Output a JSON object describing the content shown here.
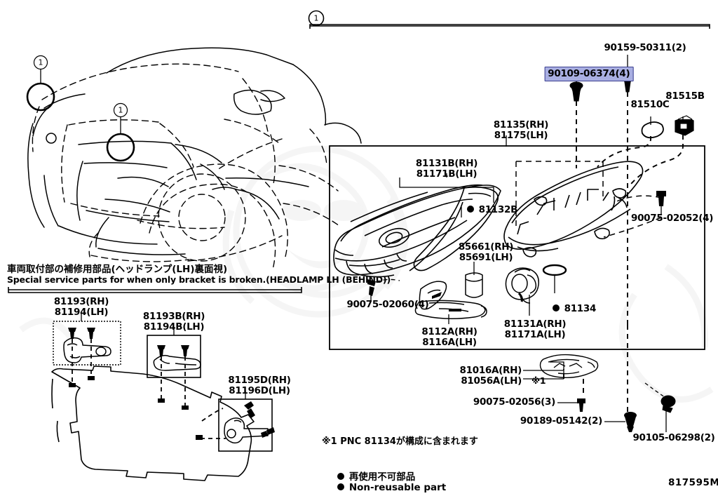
{
  "drawing": {
    "code": "817595M",
    "section_callout": "1",
    "vehicle_callouts": [
      "1",
      "1"
    ]
  },
  "main_assembly": {
    "labels": [
      {
        "id": "90159-50311",
        "text": "90159-50311(2)",
        "highlighted": false
      },
      {
        "id": "90109-06374",
        "text": "90109-06374(4)",
        "highlighted": true
      },
      {
        "id": "81510C",
        "text": "81510C",
        "highlighted": false
      },
      {
        "id": "81515B",
        "text": "81515B",
        "highlighted": false
      },
      {
        "id": "81135-81175",
        "line1": "81135(RH)",
        "line2": "81175(LH)",
        "highlighted": false
      },
      {
        "id": "81131B-81171B",
        "line1": "81131B(RH)",
        "line2": "81171B(LH)",
        "highlighted": false
      },
      {
        "id": "81132B",
        "text": "81132B",
        "nonreusable": true,
        "highlighted": false
      },
      {
        "id": "90075-02052",
        "text": "90075-02052(4)",
        "highlighted": false
      },
      {
        "id": "85661-85691",
        "line1": "85661(RH)",
        "line2": "85691(LH)",
        "highlighted": false
      },
      {
        "id": "90075-02060",
        "text": "90075-02060(4)",
        "highlighted": false
      },
      {
        "id": "8112A-8116A",
        "line1": "8112A(RH)",
        "line2": "8116A(LH)",
        "highlighted": false
      },
      {
        "id": "81131A-81171A",
        "line1": "81131A(RH)",
        "line2": "81171A(LH)",
        "highlighted": false
      },
      {
        "id": "81134",
        "text": "81134",
        "nonreusable": true,
        "highlighted": false
      },
      {
        "id": "81016A-81056A",
        "line1": "81016A(RH)",
        "line2": "81056A(LH)",
        "note": "※1",
        "highlighted": false
      },
      {
        "id": "90075-02056",
        "text": "90075-02056(3)",
        "highlighted": false
      },
      {
        "id": "90189-05142",
        "text": "90189-05142(2)",
        "highlighted": false
      },
      {
        "id": "90105-06298",
        "text": "90105-06298(2)",
        "highlighted": false
      }
    ]
  },
  "service_parts_panel": {
    "title_jp": "車両取付部の補修用部品(ヘッドランプ(LH)裏面視)",
    "title_en": "Special service parts for when only bracket is broken.(HEADLAMP LH (BEHIND))",
    "labels": [
      {
        "id": "81193-81194",
        "line1": "81193(RH)",
        "line2": "81194(LH)"
      },
      {
        "id": "81193B-81194B",
        "line1": "81193B(RH)",
        "line2": "81194B(LH)"
      },
      {
        "id": "81195D-81196D",
        "line1": "81195D(RH)",
        "line2": "81196D(LH)"
      }
    ]
  },
  "notes": {
    "footnote": "※1 PNC 81134が構成に含まれます",
    "legend_jp": "再使用不可部品",
    "legend_en": "Non-reusable part"
  },
  "colors": {
    "highlight_fill": "#a9afe2",
    "highlight_border": "#3b3f8f",
    "line": "#000000",
    "background": "#ffffff"
  }
}
